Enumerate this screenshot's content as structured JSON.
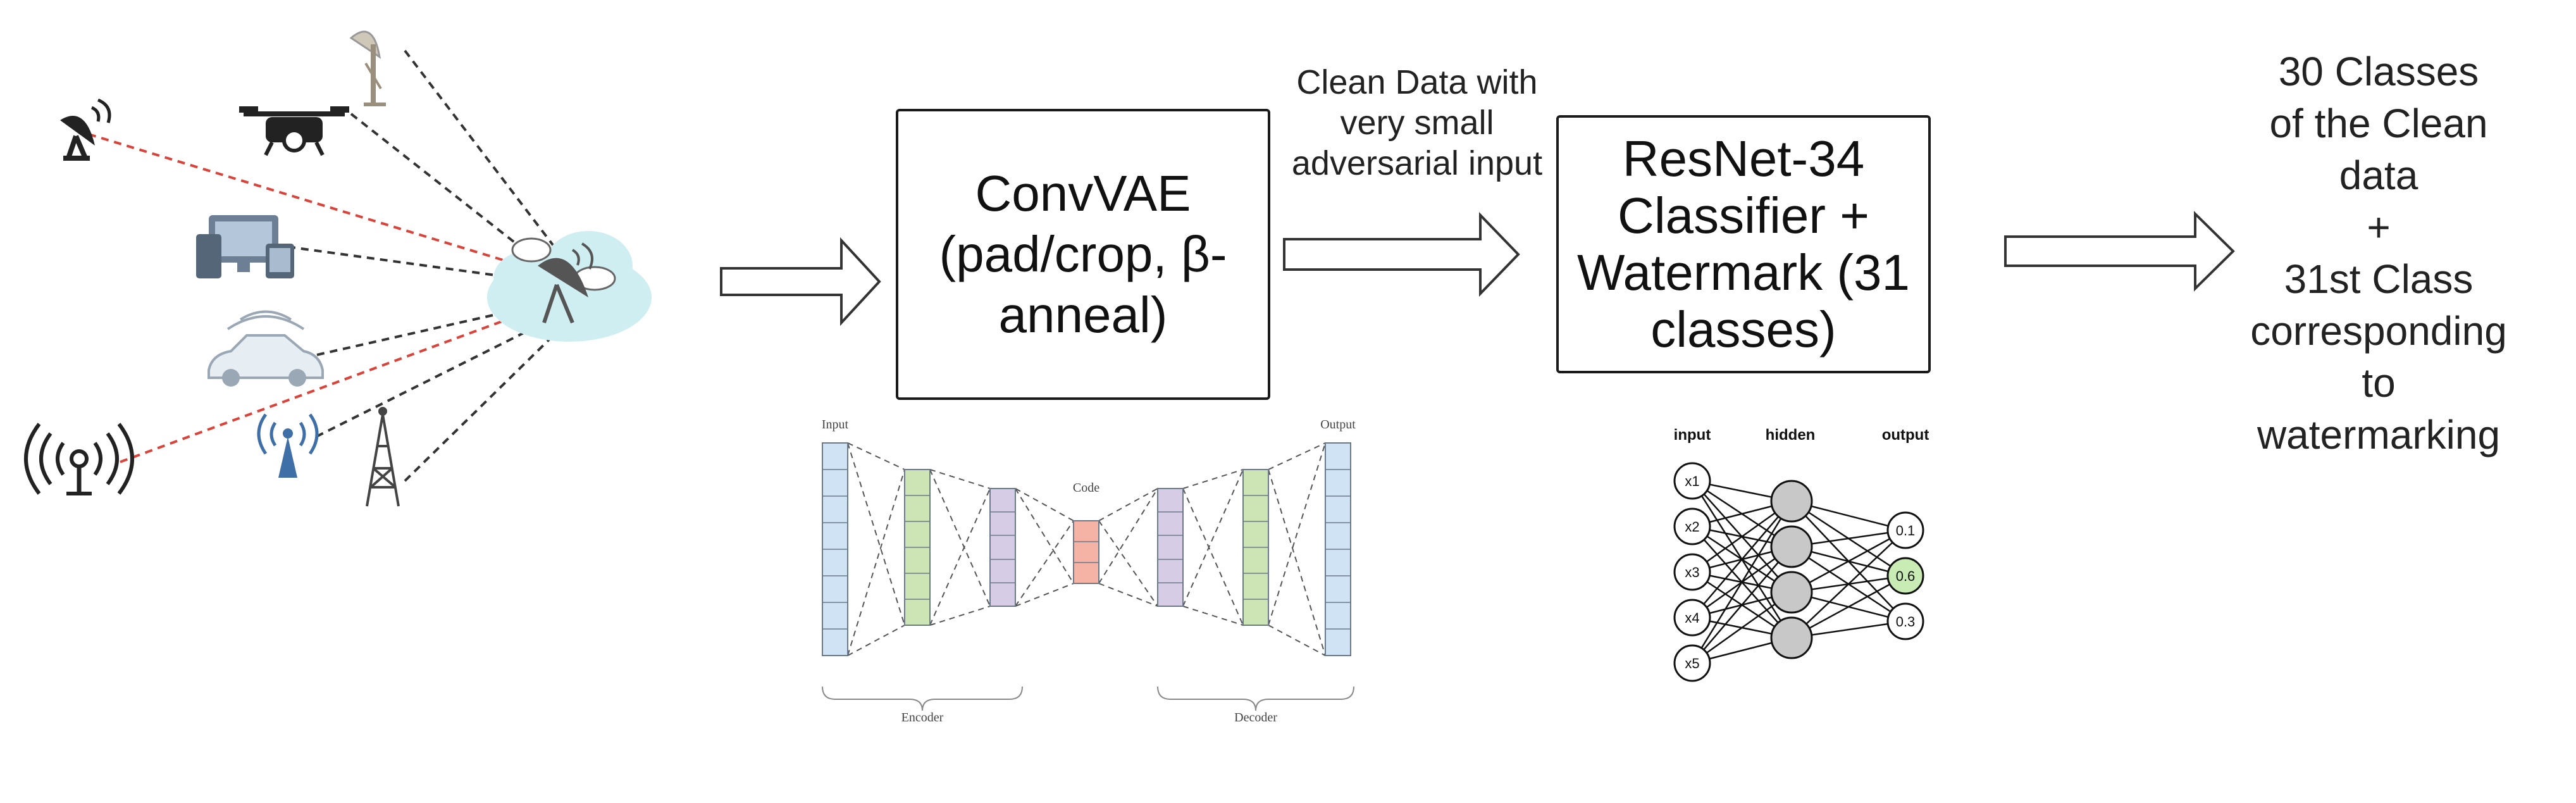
{
  "pipeline": {
    "convvae_box": "ConvVAE\n(pad/crop, β-\nanneal)",
    "edge_label": "Clean Data with\nvery small\nadversarial input",
    "resnet_box": "ResNet-34\nClassifier +\nWatermark (31\nclasses)",
    "output_label": "30 Classes\nof the Clean\ndata\n+\n31st Class\ncorresponding\nto\nwatermarking"
  },
  "autoencoder": {
    "input": "Input",
    "output": "Output",
    "code": "Code",
    "encoder": "Encoder",
    "decoder": "Decoder",
    "colors": {
      "input": "#cfe3f5",
      "green": "#cde5b5",
      "purple": "#d7cce6",
      "code": "#f4b3a4"
    }
  },
  "network": {
    "headers": {
      "input": "input",
      "hidden": "hidden",
      "output": "output"
    },
    "inputs": [
      "x1",
      "x2",
      "x3",
      "x4",
      "x5"
    ],
    "outputs": [
      "0.1",
      "0.6",
      "0.3"
    ],
    "highlight_color": "#c9ecb4"
  },
  "wireless_scene": {
    "icons": [
      "satellite-dish-icon",
      "drone-icon",
      "radar-tower-icon",
      "computer-devices-icon",
      "car-icon",
      "antenna-icon",
      "wifi-tower-icon",
      "cell-tower-icon",
      "cloud-dish-hub-icon"
    ],
    "red_link_color": "#d9433a"
  }
}
